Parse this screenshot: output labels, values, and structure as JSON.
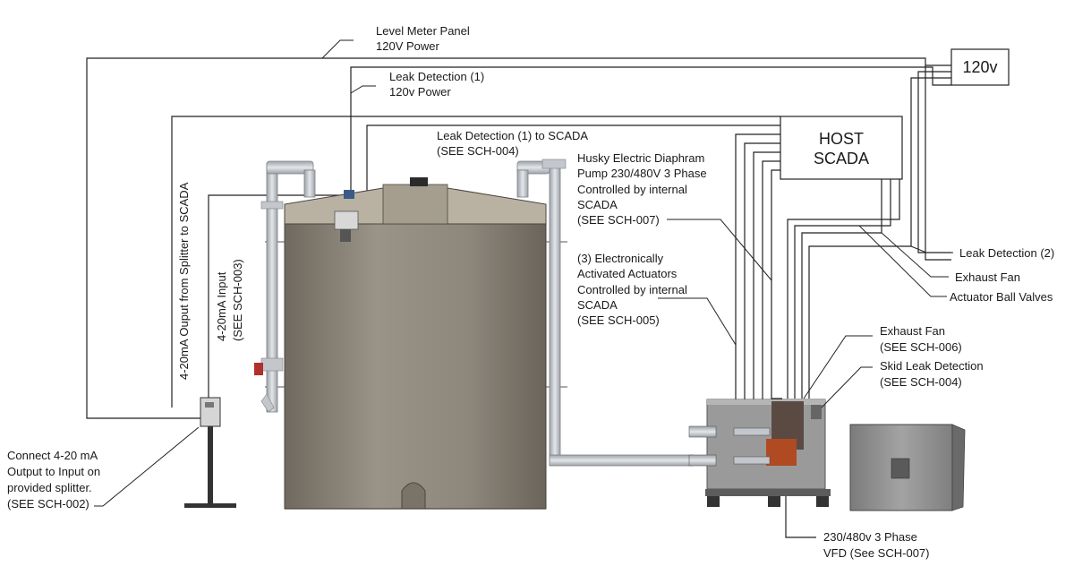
{
  "labels": {
    "level_meter_1": "Level Meter Panel",
    "level_meter_2": "120V Power",
    "leak_power_1": "Leak Detection (1)",
    "leak_power_2": "120v Power",
    "leak_scada_1": "Leak Detection (1) to SCADA",
    "leak_scada_2": "(SEE SCH-004)",
    "husky_1": "Husky Electric Diaphram",
    "husky_2": "Pump 230/480V 3 Phase",
    "husky_3": "Controlled by internal",
    "husky_4": "SCADA",
    "husky_5": "(SEE SCH-007)",
    "actuators_1": "(3) Electronically",
    "actuators_2": "Activated Actuators",
    "actuators_3": "Controlled by internal",
    "actuators_4": "SCADA",
    "actuators_5": "(SEE SCH-005)",
    "exhaust_skid_1": "Exhaust Fan",
    "exhaust_skid_2": "(SEE SCH-006)",
    "skid_leak_1": "Skid Leak Detection",
    "skid_leak_2": "(SEE SCH-004)",
    "vfd_1": "230/480v 3 Phase",
    "vfd_2": "VFD (See SCH-007)",
    "leak_detection_2": "Leak Detection (2)",
    "exhaust_fan": "Exhaust Fan",
    "actuator_ball_valves": "Actuator Ball Valves",
    "connect_1": "Connect 4-20 mA",
    "connect_2": "Output to Input on",
    "connect_3": "provided splitter.",
    "connect_4": "(SEE SCH-002)",
    "input_1": "4-20mA Input",
    "input_2": "(SEE SCH-003)",
    "splitter_output": "4-20mA Ouput from Splitter to SCADA",
    "host_scada_1": "HOST",
    "host_scada_2": "SCADA",
    "power_120": "120v"
  },
  "colors": {
    "tank_body": "#8e877c",
    "tank_roof": "#b9b2a3",
    "pipe": "#c3c7cc",
    "skid": "#9a9a9a",
    "cabinet": "#8c8c8c",
    "line": "#222222"
  }
}
